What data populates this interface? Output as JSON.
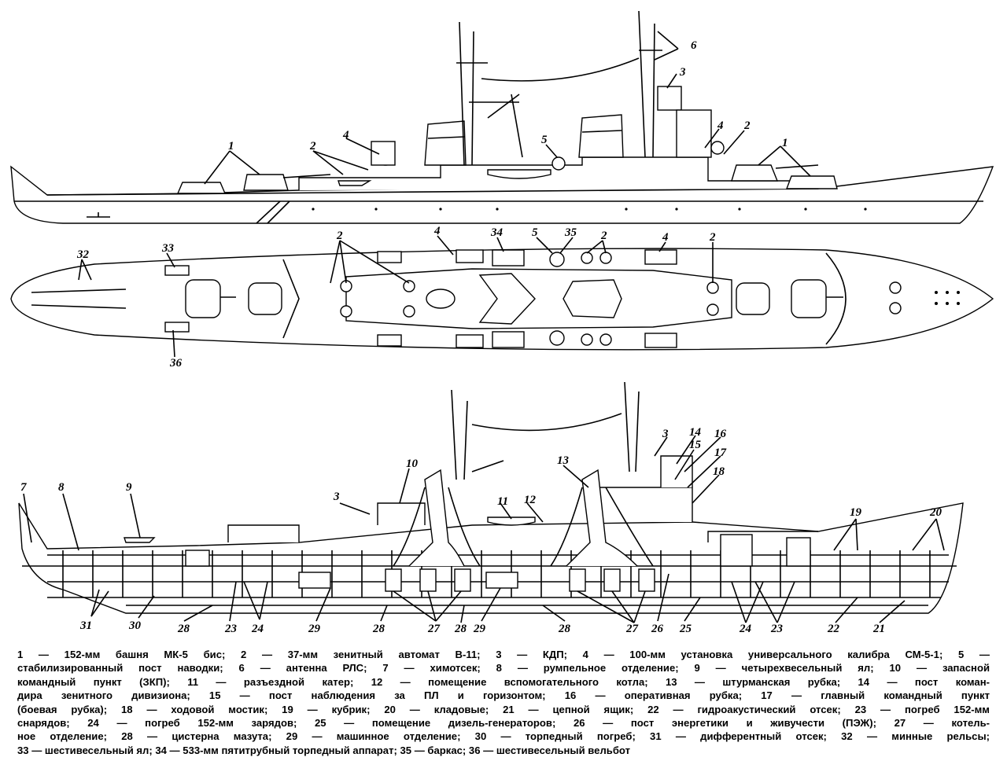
{
  "callouts": {
    "profile": [
      "1",
      "2",
      "4",
      "5",
      "6",
      "3",
      "4",
      "2",
      "1"
    ],
    "plan": [
      "32",
      "33",
      "36",
      "2",
      "4",
      "34",
      "5",
      "35",
      "2",
      "4",
      "2"
    ],
    "section": [
      "7",
      "8",
      "9",
      "3",
      "10",
      "11",
      "12",
      "13",
      "3",
      "14",
      "16",
      "15",
      "17",
      "18",
      "19",
      "20",
      "31",
      "30",
      "28",
      "23",
      "24",
      "29",
      "28",
      "27",
      "28",
      "29",
      "28",
      "27",
      "26",
      "25",
      "24",
      "23",
      "22",
      "21"
    ]
  },
  "caption_lines": [
    "1 — 152-мм башня МК-5 бис; 2 — 37-мм зенитный автомат В-11; 3 — КДП; 4 — 100-мм установка универсального калибра СМ-5-1; 5 —",
    "стабилизированный пост наводки; 6 — антенна РЛС; 7 — химотсек; 8 — румпельное отделение; 9 — четырехвесельный ял; 10 — запасной",
    "командный пункт (ЗКП); 11 — разъездной катер; 12 — помещение вспомогательного котла; 13 — штурманская рубка; 14 — пост коман-",
    "дира зенитного дивизиона; 15 — пост наблюдения за ПЛ и горизонтом; 16 — оперативная рубка; 17 — главный командный пункт",
    "(боевая рубка); 18 — ходовой мостик; 19 — кубрик; 20 — кладовые; 21 — цепной ящик; 22 — гидроакустический отсек; 23 — погреб 152-мм",
    "снарядов; 24 — погреб 152-мм зарядов; 25 — помещение дизель-генераторов; 26 — пост энергетики и живучести (ПЭЖ); 27 — котель-",
    "ное отделение; 28 — цистерна мазута; 29 — машинное отделение; 30 — торпедный погреб; 31 — дифферентный отсек; 32 — минные рельсы;",
    "33 — шестивесельный ял; 34 — 533-мм пятитрубный торпедный аппарат; 35 — баркас; 36 — шестивесельный вельбот"
  ]
}
